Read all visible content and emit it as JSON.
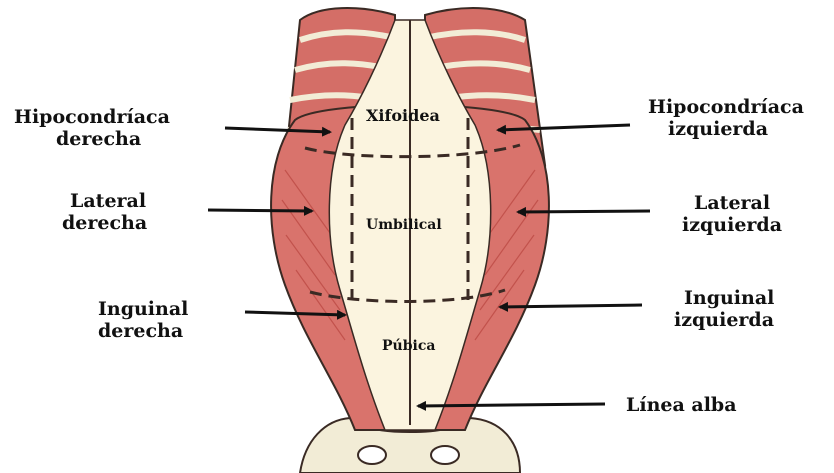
{
  "colors": {
    "muscle": "#d9736c",
    "muscle_dark": "#b9453f",
    "fascia": "#fbf4df",
    "rib_muscle": "#d46e67",
    "bone": "#f2ecd6",
    "outline": "#3a2a24",
    "arrow": "#111111"
  },
  "labels": {
    "hipocondriaca_derecha": [
      "Hipocondríaca",
      "derecha"
    ],
    "lateral_derecha": [
      "Lateral",
      "derecha"
    ],
    "inguinal_derecha": [
      "Inguinal",
      "derecha"
    ],
    "hipocondriaca_izquierda": [
      "Hipocondríaca",
      "izquierda"
    ],
    "lateral_izquierda": [
      "Lateral",
      "izquierda"
    ],
    "inguinal_izquierda": [
      "Inguinal",
      "izquierda"
    ],
    "linea_alba": "Línea alba"
  },
  "regions": {
    "xifoidea": "Xifoidea",
    "umbilical": "Umbilical",
    "pubica": "Púbica"
  }
}
